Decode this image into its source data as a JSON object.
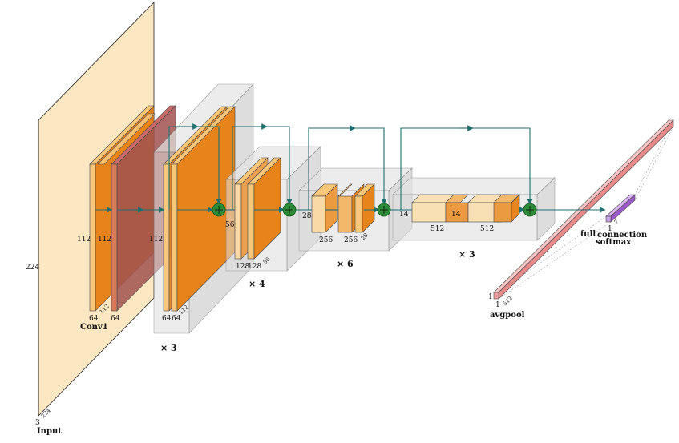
{
  "diagram": {
    "input": {
      "name": "Input",
      "height": "224",
      "width": "224",
      "channels": "3"
    },
    "conv1": {
      "name": "Conv1",
      "size_a": "112",
      "size_b": "112",
      "ch_a": "64",
      "ch_b": "64",
      "depth": "112"
    },
    "stage1": {
      "size": "112",
      "ch_a": "64",
      "ch_b": "64",
      "depth": "112",
      "repeat": "× 3"
    },
    "stage2": {
      "size": "56",
      "ch_a": "128",
      "ch_b": "128",
      "depth": "56",
      "repeat": "× 4"
    },
    "stage3": {
      "size": "28",
      "ch_a": "256",
      "ch_b": "256",
      "depth": "28",
      "repeat": "× 6"
    },
    "stage4": {
      "size_a": "14",
      "size_b": "14",
      "ch_a": "512",
      "ch_b": "512",
      "repeat": "× 3"
    },
    "avgpool": {
      "name": "avgpool",
      "size_a": "1",
      "size_b": "1",
      "channels": "512"
    },
    "fc": {
      "label_a": "full",
      "label_b": "connection",
      "label_c": "softmax",
      "size": "1",
      "channels": "7"
    },
    "colors": {
      "input": "#fbe7c2",
      "conv_light": "#f9c77a",
      "conv_dark": "#e6831b",
      "pool": "#a0524f",
      "block_gray": "#d8d8d8",
      "arrow": "#1f6f6f",
      "add_node": "#2e8b3a",
      "avgpool": "#f3a3a3",
      "softmax": "#9b59c9"
    }
  }
}
